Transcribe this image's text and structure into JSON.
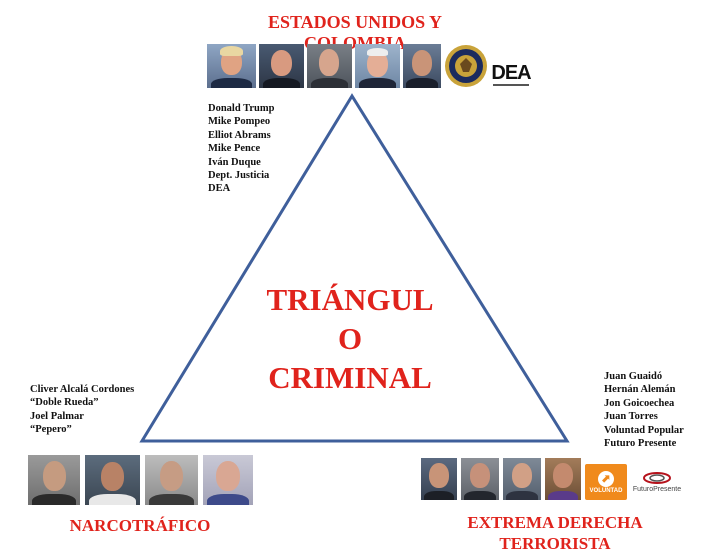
{
  "triangle": {
    "title_lines": [
      "TRIÁNGUL",
      "O",
      "CRIMINAL"
    ],
    "stroke_color": "#3f5f9b",
    "accent_color": "#e0231c"
  },
  "top": {
    "heading": "ESTADOS UNIDOS Y COLOMBIA",
    "names": [
      "Donald Trump",
      "Mike Pompeo",
      "Elliot Abrams",
      "Mike Pence",
      "Iván Duque",
      "Dept. Justicia",
      "DEA"
    ],
    "dea_logo_text": "DEA"
  },
  "left": {
    "heading": "NARCOTRÁFICO",
    "names": [
      "Cliver Alcalá Cordones",
      "“Doble Rueda”",
      "Joel Palmar",
      "“Pepero”"
    ]
  },
  "right": {
    "heading": "EXTREMA DERECHA TERRORISTA",
    "names": [
      "Juan Guaidó",
      "Hernán Alemán",
      "Jon Goicoechea",
      "Juan Torres",
      "Voluntad Popular",
      "Futuro Presente"
    ],
    "vp_logo_text": "VOLUNTAD",
    "fp_logo_text": "FuturoPresente"
  }
}
